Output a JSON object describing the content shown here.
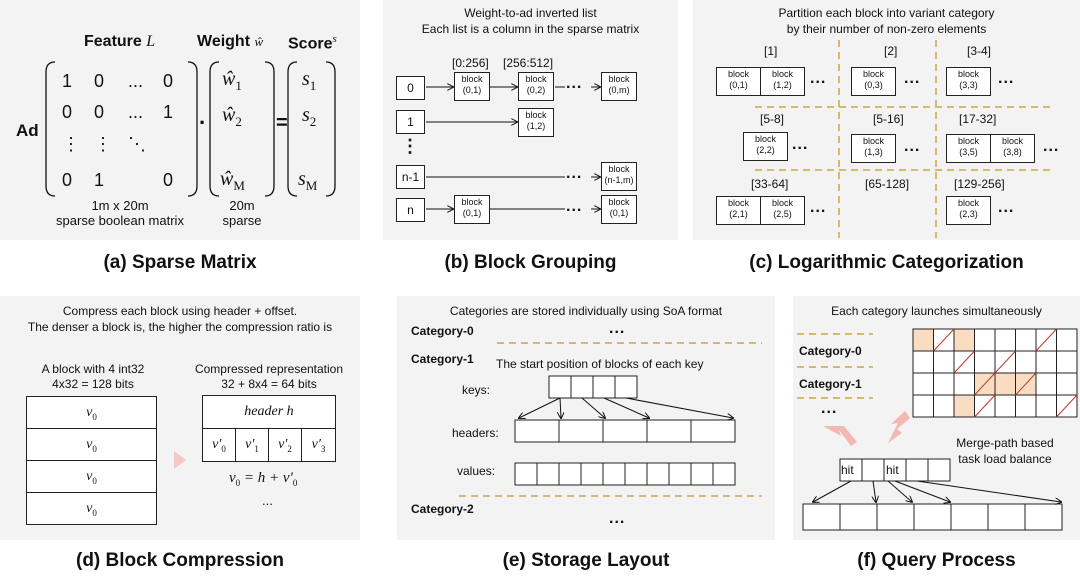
{
  "panel_a": {
    "caption": "(a) Sparse Matrix",
    "ad_label": "Ad",
    "feature_header": "Feature",
    "feature_sym": "L",
    "weight_header": "Weight",
    "weight_sym": "ŵ",
    "score_header": "Score",
    "score_sym": "s",
    "matrix_rows": [
      [
        "1",
        "0",
        "...",
        "0"
      ],
      [
        "0",
        "0",
        "...",
        "1"
      ],
      [
        "⋮",
        "⋮",
        "⋱",
        ""
      ],
      [
        "0",
        "1",
        "",
        "0"
      ]
    ],
    "weights": [
      "ŵ1",
      "ŵ2",
      "ŵM"
    ],
    "weights_display": {
      "w1": "ŵ",
      "s1": "1",
      "w2": "ŵ",
      "s2": "2",
      "wm": "ŵ",
      "sm": "M"
    },
    "scores": {
      "s1": "s",
      "i1": "1",
      "s2": "s",
      "i2": "2",
      "sm": "s",
      "im": "M"
    },
    "dot": "·",
    "equals": "=",
    "matrix_note_1": "1m x 20m",
    "matrix_note_2": "sparse boolean matrix",
    "weight_note_1": "20m",
    "weight_note_2": "sparse"
  },
  "panel_b": {
    "caption": "(b) Block Grouping",
    "title_1": "Weight-to-ad inverted list",
    "title_2": "Each list is a column in the sparse matrix",
    "range_1": "[0:256]",
    "range_2": "[256:512]",
    "rows": [
      "0",
      "1",
      "n-1",
      "n"
    ],
    "block_word": "block",
    "blocks": {
      "r0a": "(0,1)",
      "r0b": "(0,2)",
      "r0c": "(0,m)",
      "r1a": "(1,2)",
      "r2a": "(n-1,m)",
      "r3a": "(0,1)",
      "r3b": "(0,1)"
    },
    "ellipsis": "...",
    "vdots": "⋮"
  },
  "panel_c": {
    "caption": "(c) Logarithmic Categorization",
    "title_1": "Partition each block into variant category",
    "title_2": "by their number of non-zero elements",
    "cats": [
      "[1]",
      "[2]",
      "[3-4]",
      "[5-8]",
      "[5-16]",
      "[17-32]",
      "[33-64]",
      "[65-128]",
      "[129-256]"
    ],
    "block_word": "block",
    "blocks": {
      "c1a": "(0,1)",
      "c1b": "(1,2)",
      "c2a": "(0,3)",
      "c3a": "(3,3)",
      "c4a": "(2,2)",
      "c5a": "(1,3)",
      "c6a": "(3,5)",
      "c6b": "(3,8)",
      "c7a": "(2,1)",
      "c7b": "(2,5)",
      "c9a": "(2,3)"
    },
    "ellipsis": "..."
  },
  "panel_d": {
    "caption": "(d) Block Compression",
    "title_1": "Compress each block using header + offset.",
    "title_2": "The denser a block is, the higher the compression ratio is",
    "left_title_1": "A block with 4 int32",
    "left_title_2": "4x32 = 128 bits",
    "right_title_1": "Compressed representation",
    "right_title_2": "32 + 8x4 = 64 bits",
    "v0": "v",
    "v0_sub": "0",
    "header_h": "header h",
    "offsets": [
      "v′0",
      "v′1",
      "v′2",
      "v′3"
    ],
    "offset_base": "v′",
    "offset_subs": [
      "0",
      "1",
      "2",
      "3"
    ],
    "formula_lhs": "v",
    "formula_sub": "0",
    "formula_mid": " = h + v′",
    "formula_sub2": "0",
    "ellipsis": "..."
  },
  "panel_e": {
    "caption": "(e) Storage Layout",
    "title": "Categories are stored individually using SoA format",
    "cat0": "Category-0",
    "cat1": "Category-1",
    "cat2": "Category-2",
    "start_note": "The start position of blocks of each key",
    "keys": "keys:",
    "headers": "headers:",
    "values": "values:",
    "ellipsis": "..."
  },
  "panel_f": {
    "caption": "(f) Query Process",
    "title": "Each category launches simultaneously",
    "cat0": "Category-0",
    "cat1": "Category-1",
    "ellipsis": "...",
    "hit": "hit",
    "note_1": "Merge-path based",
    "note_2": "task load balance",
    "colors": {
      "highlight": "#f9dcc2",
      "diagonal": "#c0392b",
      "arrow": "#f3b8b3"
    }
  }
}
